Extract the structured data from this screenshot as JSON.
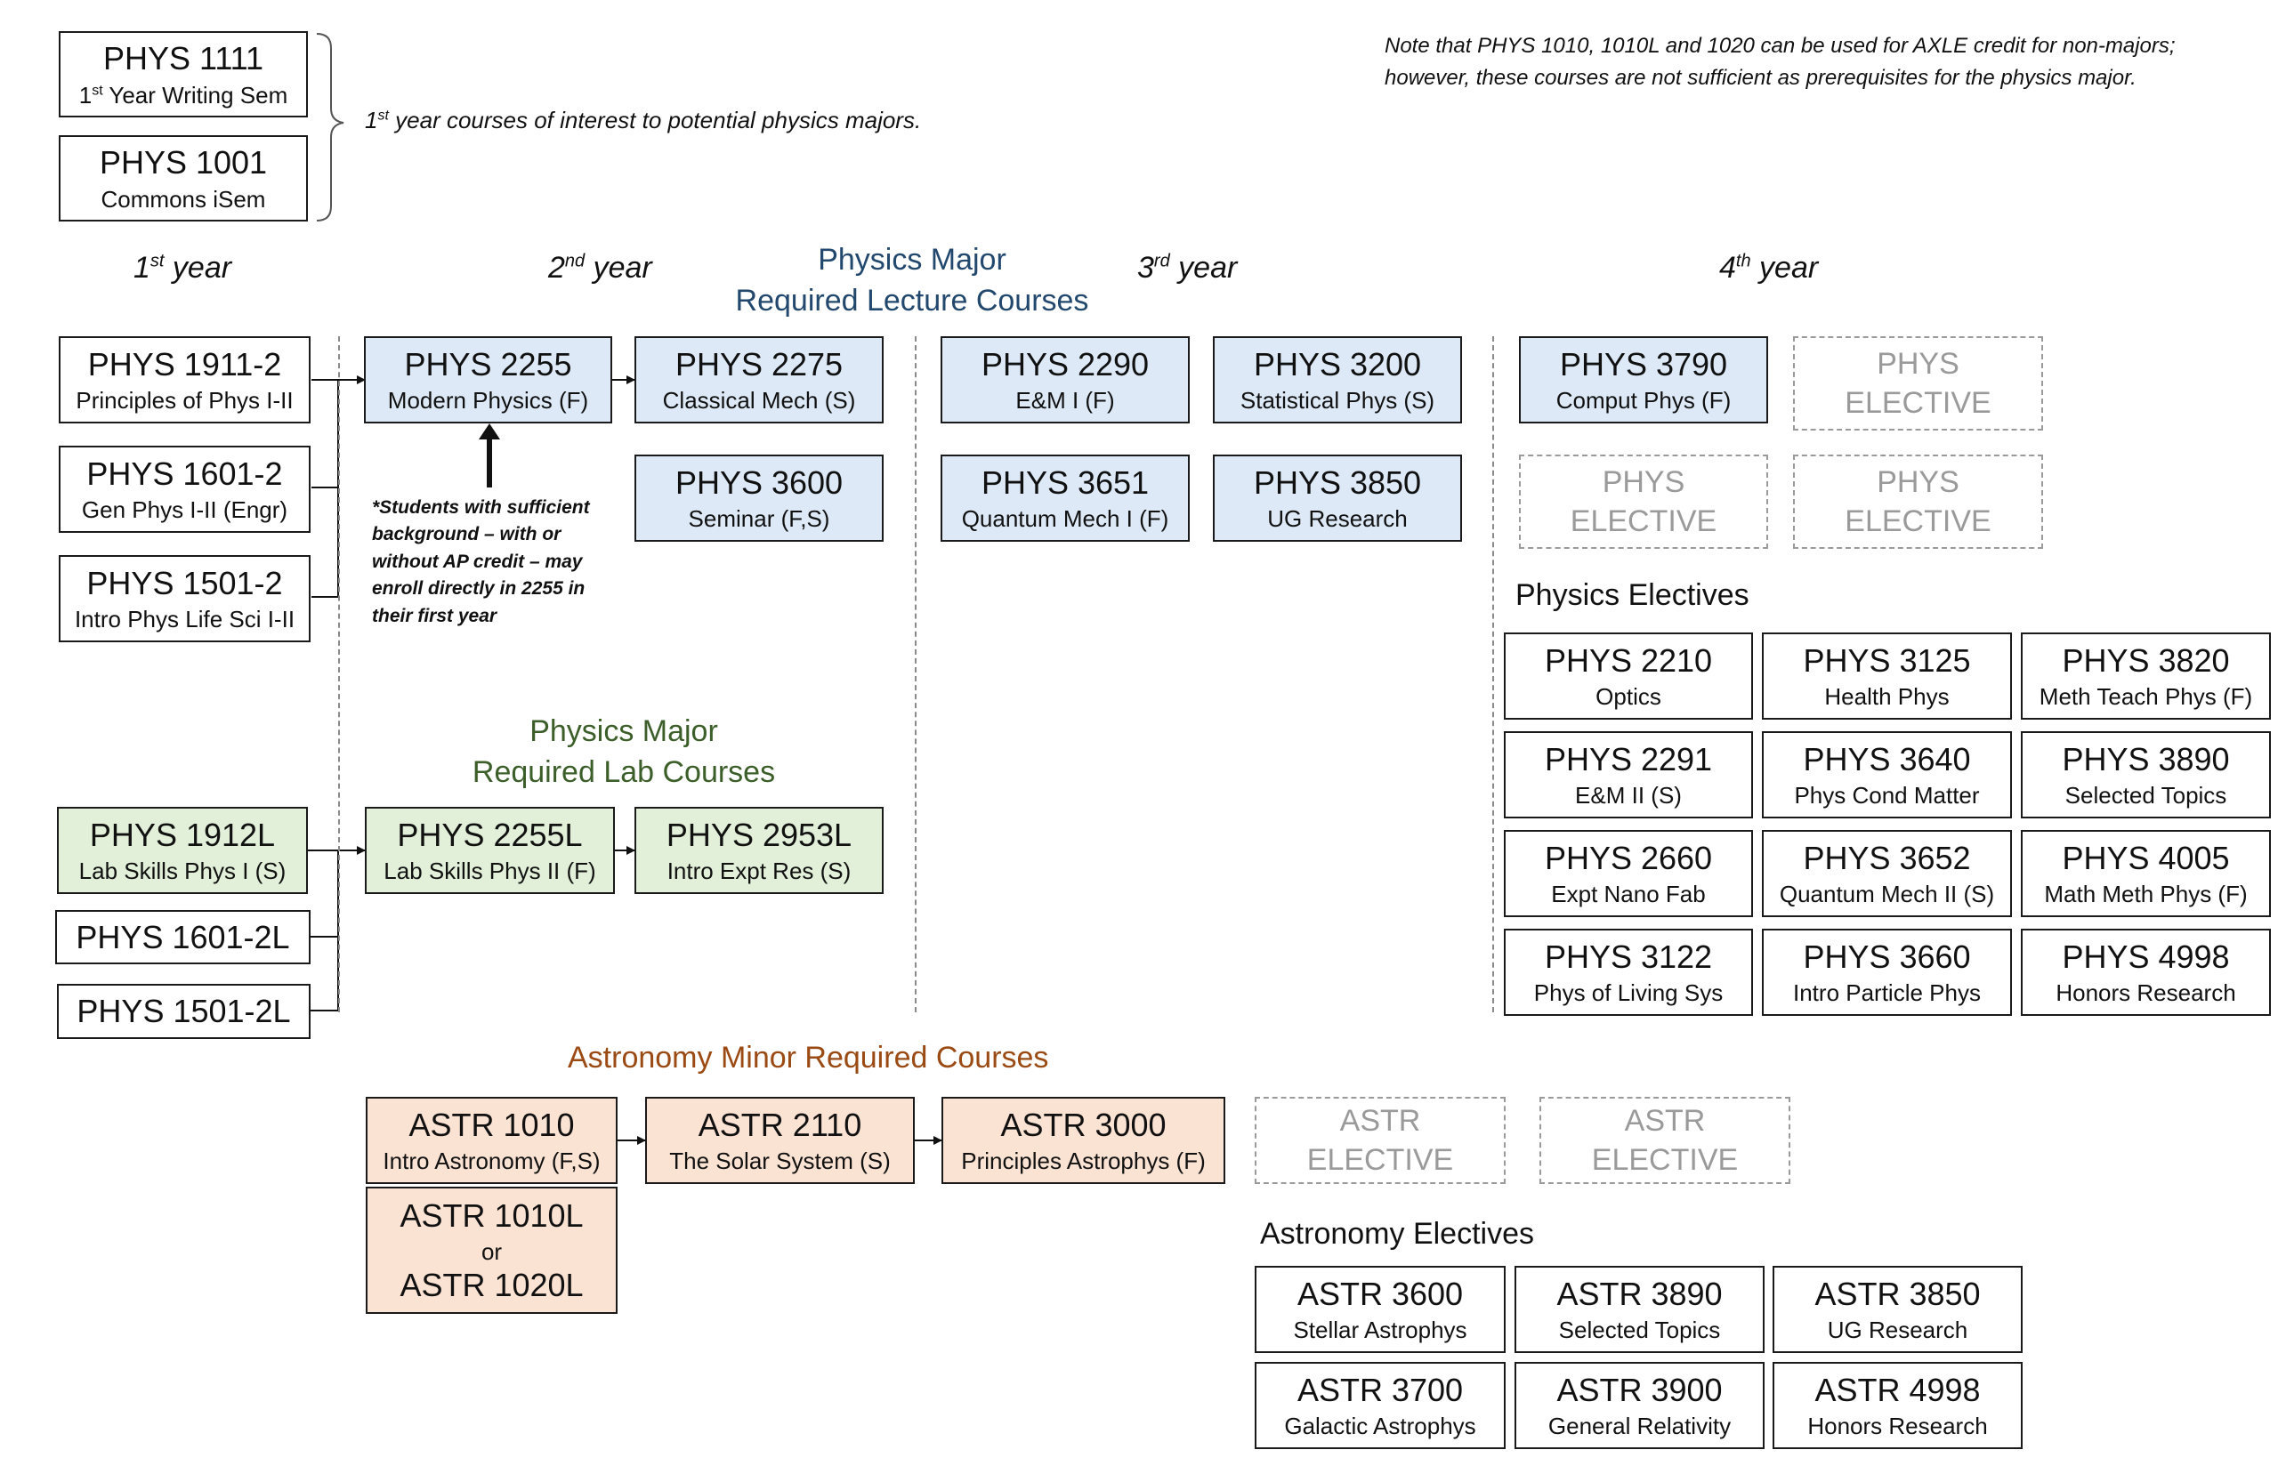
{
  "intro_courses": [
    {
      "code": "PHYS 1111",
      "name_pre": "1",
      "name_sup": "st",
      "name_post": " Year Writing Sem"
    },
    {
      "code": "PHYS 1001",
      "name": "Commons iSem"
    }
  ],
  "intro_note": {
    "pre": "1",
    "sup": "st",
    "post": " year courses of interest to potential physics majors."
  },
  "top_note": {
    "line1": "Note that PHYS 1010, 1010L and 1020 can be used for AXLE credit for non-majors;",
    "line2": "however, these courses are not sufficient as prerequisites for the physics major."
  },
  "years": [
    {
      "num": "1",
      "suffix": "st",
      "word": " year"
    },
    {
      "num": "2",
      "suffix": "nd",
      "word": " year"
    },
    {
      "num": "3",
      "suffix": "rd",
      "word": " year"
    },
    {
      "num": "4",
      "suffix": "th",
      "word": " year"
    }
  ],
  "lecture_title": {
    "line1": "Physics Major",
    "line2": "Required Lecture Courses"
  },
  "lab_title": {
    "line1": "Physics Major",
    "line2": "Required Lab Courses"
  },
  "astro_title": "Astronomy Minor Required Courses",
  "intro_sequences": [
    {
      "code": "PHYS 1911-2",
      "name": "Principles of Phys I-II"
    },
    {
      "code": "PHYS 1601-2",
      "name": "Gen Phys I-II (Engr)"
    },
    {
      "code": "PHYS 1501-2",
      "name": "Intro Phys Life Sci I-II"
    }
  ],
  "lecture_courses": [
    {
      "code": "PHYS 2255",
      "name": "Modern Physics (F)"
    },
    {
      "code": "PHYS 2275",
      "name": "Classical Mech (S)"
    },
    {
      "code": "PHYS 3600",
      "name": "Seminar (F,S)"
    },
    {
      "code": "PHYS 2290",
      "name": "E&M I (F)"
    },
    {
      "code": "PHYS 3200",
      "name": "Statistical Phys (S)"
    },
    {
      "code": "PHYS 3651",
      "name": "Quantum Mech I (F)"
    },
    {
      "code": "PHYS 3850",
      "name": "UG Research"
    },
    {
      "code": "PHYS 3790",
      "name": "Comput Phys (F)"
    }
  ],
  "phys_elective": {
    "line1": "PHYS",
    "line2": "ELECTIVE"
  },
  "astr_elective": {
    "line1": "ASTR",
    "line2": "ELECTIVE"
  },
  "direct_note": {
    "lines": [
      "*Students with sufficient",
      "background – with or",
      "without AP credit – may",
      "enroll directly in 2255 in",
      "their first year"
    ]
  },
  "lab_intro": [
    {
      "code": "PHYS 1912L",
      "name": "Lab Skills Phys I (S)"
    },
    {
      "code": "PHYS 1601-2L"
    },
    {
      "code": "PHYS 1501-2L"
    }
  ],
  "lab_courses": [
    {
      "code": "PHYS 2255L",
      "name": "Lab Skills Phys II (F)"
    },
    {
      "code": "PHYS 2953L",
      "name": "Intro Expt Res (S)"
    }
  ],
  "physics_electives_title": "Physics Electives",
  "physics_electives": [
    {
      "code": "PHYS 2210",
      "name": "Optics"
    },
    {
      "code": "PHYS 3125",
      "name": "Health Phys"
    },
    {
      "code": "PHYS 3820",
      "name": "Meth Teach Phys (F)"
    },
    {
      "code": "PHYS 2291",
      "name": "E&M II (S)"
    },
    {
      "code": "PHYS 3640",
      "name": "Phys Cond Matter"
    },
    {
      "code": "PHYS 3890",
      "name": "Selected Topics"
    },
    {
      "code": "PHYS 2660",
      "name": "Expt Nano Fab"
    },
    {
      "code": "PHYS 3652",
      "name": "Quantum Mech II (S)"
    },
    {
      "code": "PHYS 4005",
      "name": "Math Meth Phys (F)"
    },
    {
      "code": "PHYS 3122",
      "name": "Phys of Living Sys"
    },
    {
      "code": "PHYS 3660",
      "name": "Intro Particle Phys"
    },
    {
      "code": "PHYS 4998",
      "name": "Honors Research"
    }
  ],
  "astro_courses": [
    {
      "code": "ASTR 1010",
      "name": "Intro Astronomy (F,S)"
    },
    {
      "code": "ASTR 2110",
      "name": "The Solar System (S)"
    },
    {
      "code": "ASTR 3000",
      "name": "Principles Astrophys (F)"
    }
  ],
  "astro_lab": {
    "line1": "ASTR 1010L",
    "line2": "or",
    "line3": "ASTR 1020L"
  },
  "astronomy_electives_title": "Astronomy Electives",
  "astronomy_electives": [
    {
      "code": "ASTR 3600",
      "name": "Stellar Astrophys"
    },
    {
      "code": "ASTR 3890",
      "name": "Selected Topics"
    },
    {
      "code": "ASTR 3850",
      "name": "UG Research"
    },
    {
      "code": "ASTR 3700",
      "name": "Galactic Astrophys"
    },
    {
      "code": "ASTR 3900",
      "name": "General Relativity"
    },
    {
      "code": "ASTR 4998",
      "name": "Honors Research"
    }
  ]
}
